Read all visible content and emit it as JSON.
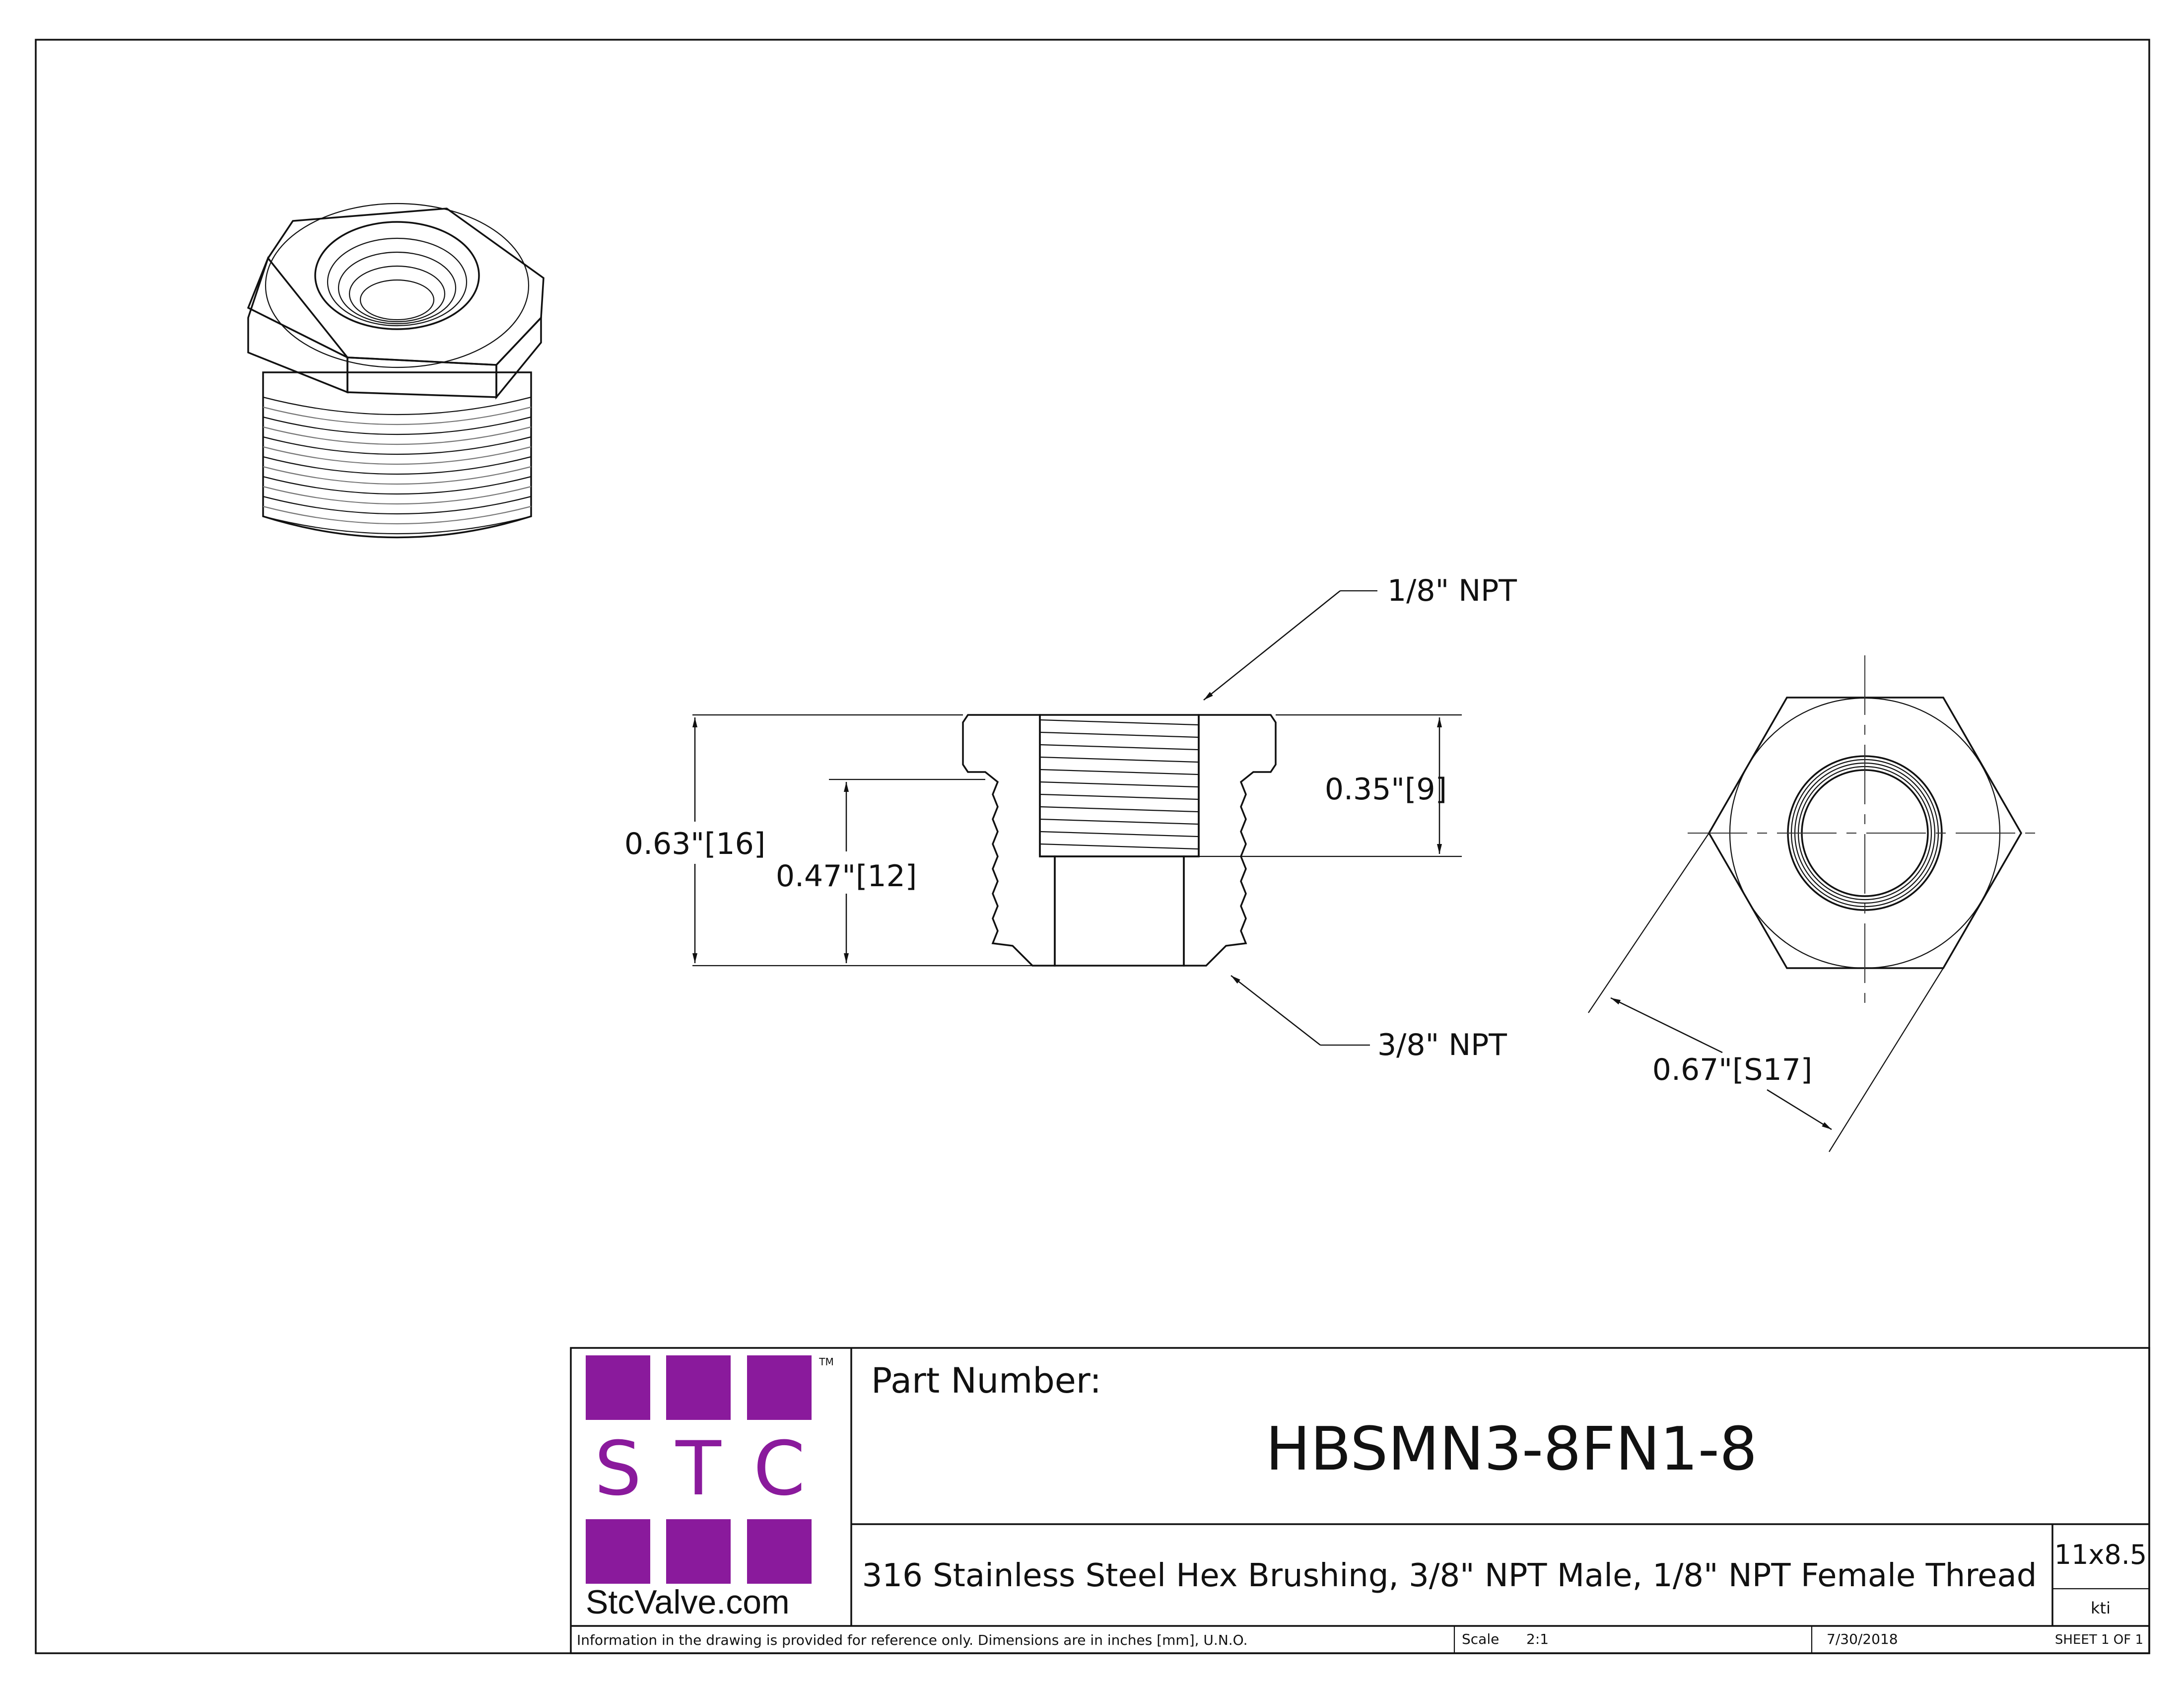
{
  "callouts": {
    "female_thread": "1/8\" NPT",
    "male_thread": "3/8\" NPT"
  },
  "dimensions": {
    "overall_height": "0.63\"[16]",
    "thread_length": "0.47\"[12]",
    "hex_height": "0.35\"[9]",
    "hex_across_flats": "0.67\"[S17]"
  },
  "title_block": {
    "logo_letters": [
      "S",
      "T",
      "C"
    ],
    "logo_trademark": "TM",
    "logo_website": "StcValve.com",
    "part_number_label": "Part Number:",
    "part_number": "HBSMN3-8FN1-8",
    "description": "316 Stainless Steel Hex Brushing, 3/8\" NPT Male, 1/8\" NPT Female Thread",
    "paper_size": "11x8.5",
    "author": "kti",
    "disclaimer": "Information in the drawing is provided for reference only. Dimensions are in inches [mm], U.N.O.",
    "scale_label": "Scale",
    "scale_value": "2:1",
    "date": "7/30/2018",
    "sheet": "SHEET 1 OF 1"
  },
  "colors": {
    "logo_purple": "#8a1a9c",
    "line": "#111111",
    "iso_fill": "#dcdcdc",
    "iso_dark": "#b8b8b8"
  }
}
